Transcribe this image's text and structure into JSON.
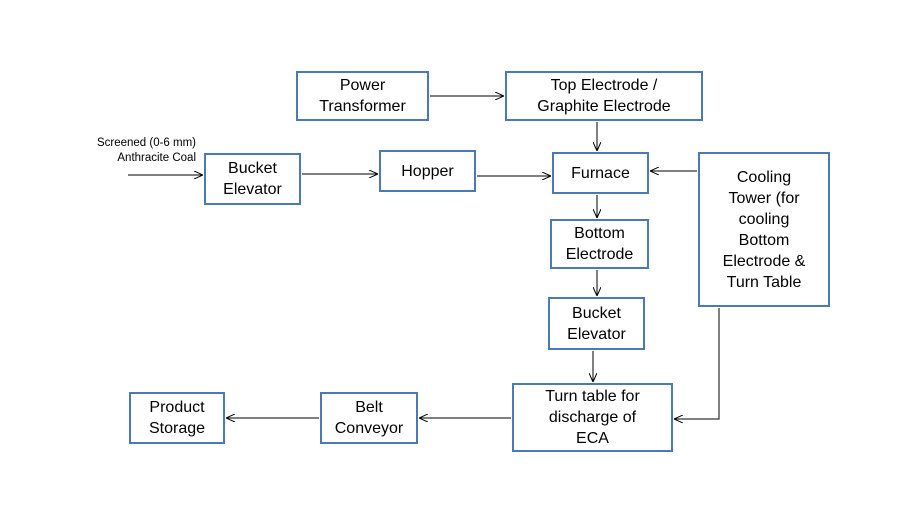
{
  "diagram": {
    "input_label": "Screened (0-6 mm)\nAnthracite Coal",
    "nodes": {
      "power_transformer": "Power\nTransformer",
      "top_electrode": "Top Electrode /\nGraphite Electrode",
      "bucket_elevator_1": "Bucket\nElevator",
      "hopper": "Hopper",
      "furnace": "Furnace",
      "cooling_tower": "Cooling\nTower (for\ncooling\nBottom\nElectrode &\nTurn Table",
      "bottom_electrode": "Bottom\nElectrode",
      "bucket_elevator_2": "Bucket\nElevator",
      "turn_table": "Turn table for\ndischarge of\nECA",
      "belt_conveyor": "Belt\nConveyor",
      "product_storage": "Product\nStorage"
    }
  }
}
